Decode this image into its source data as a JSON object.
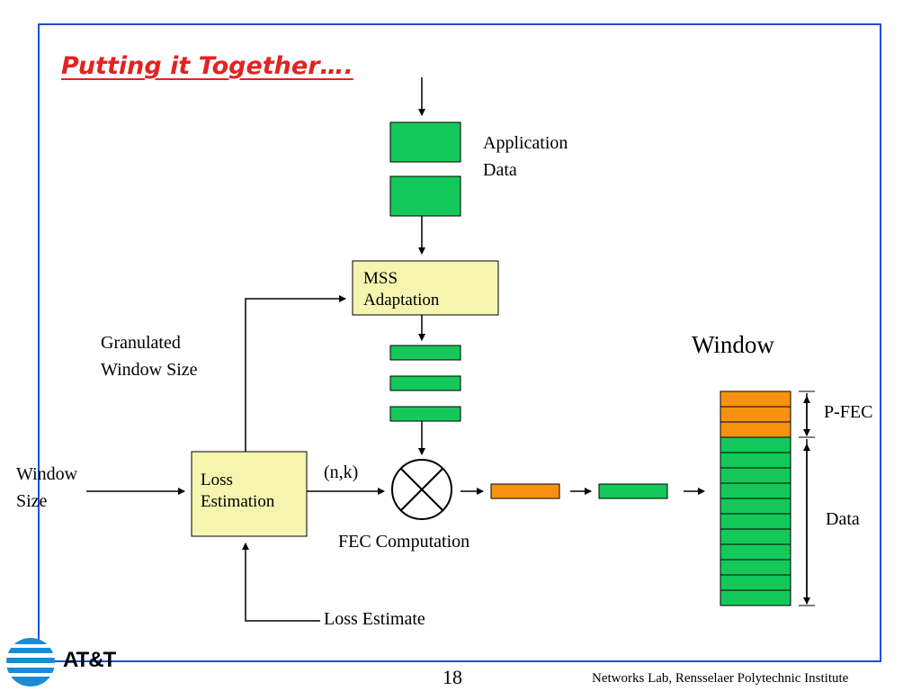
{
  "slide": {
    "title": "Putting it Together….",
    "page_number": "18",
    "credit": "Networks Lab, Rensselaer Polytechnic Institute",
    "logo_text": "AT&T"
  },
  "diagram": {
    "application_data": [
      "Application",
      "Data"
    ],
    "mss_adaptation": [
      "MSS",
      "Adaptation"
    ],
    "granulated_window_size": [
      "Granulated",
      "Window Size"
    ],
    "window_size_input": [
      "Window",
      "Size"
    ],
    "loss_estimation": [
      "Loss",
      "Estimation"
    ],
    "nk": "(n,k)",
    "fec_computation": "FEC Computation",
    "loss_estimate": "Loss Estimate",
    "window": "Window",
    "p_fec": "P-FEC",
    "data": "Data"
  },
  "colors": {
    "frame_border": "#1f4fd6",
    "title": "#e32222",
    "packet_green": "#14c95a",
    "packet_orange": "#f6920f",
    "box_fill": "#f5f5b0"
  }
}
